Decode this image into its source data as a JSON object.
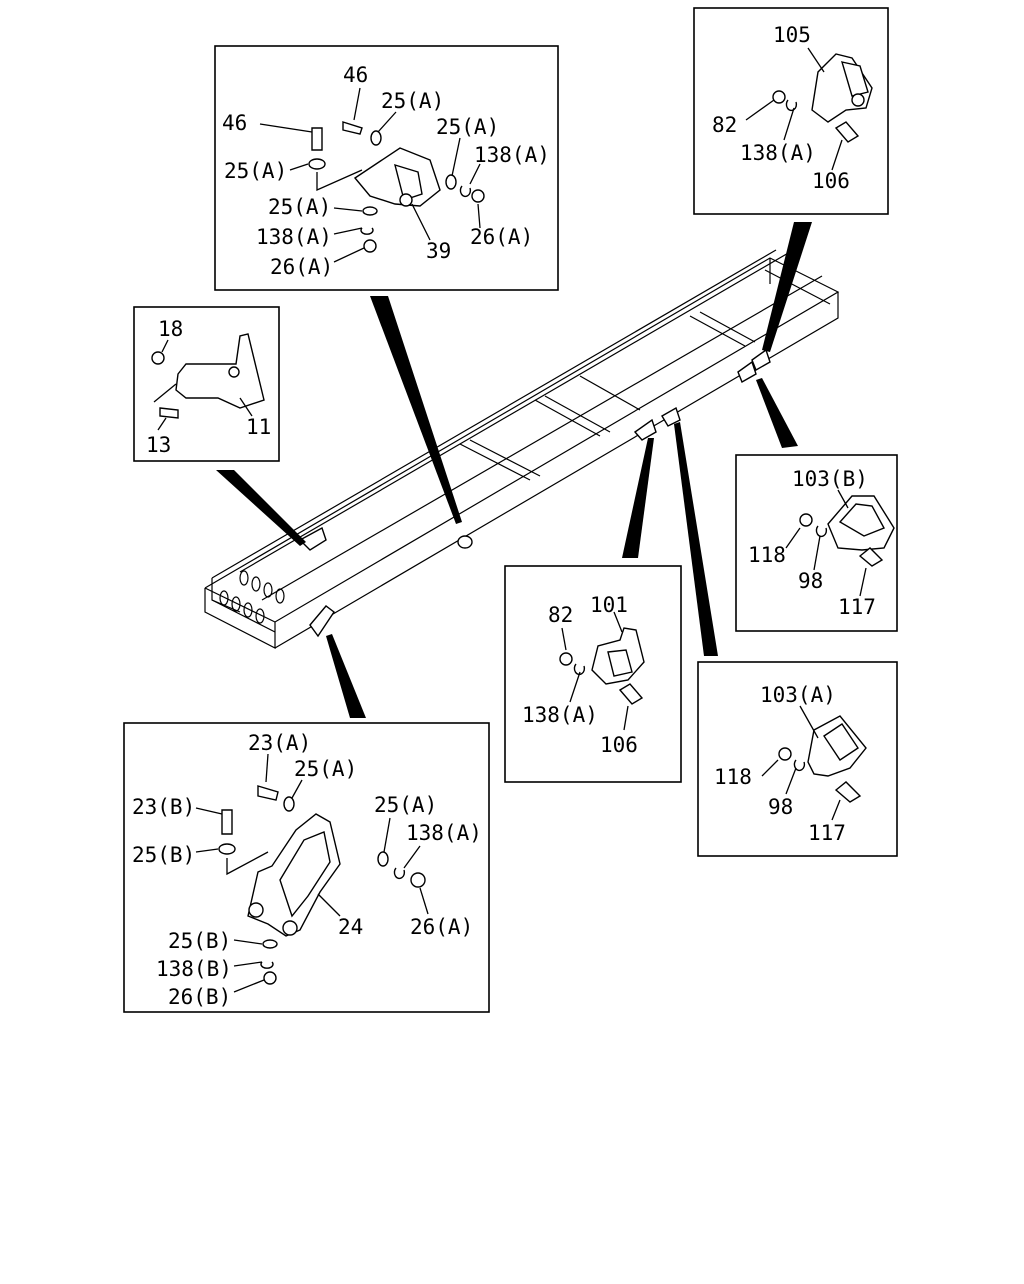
{
  "colors": {
    "ink": "#000000",
    "paper": "#ffffff"
  },
  "callouts": {
    "p39": {
      "l46a": "46",
      "l46b": "46",
      "l25a_1": "25(A)",
      "l25a_2": "25(A)",
      "l25a_3": "25(A)",
      "l25a_4": "25(A)",
      "l138a_1": "138(A)",
      "l138a_2": "138(A)",
      "l26a_1": "26(A)",
      "l26a_2": "26(A)",
      "l39": "39"
    },
    "p105": {
      "l105": "105",
      "l82": "82",
      "l138a": "138(A)",
      "l106": "106"
    },
    "p11": {
      "l18": "18",
      "l13": "13",
      "l11": "11"
    },
    "p103b": {
      "l103b": "103(B)",
      "l118": "118",
      "l98": "98",
      "l117": "117"
    },
    "p101": {
      "l82": "82",
      "l101": "101",
      "l138a": "138(A)",
      "l106": "106"
    },
    "p103a": {
      "l103a": "103(A)",
      "l118": "118",
      "l98": "98",
      "l117": "117"
    },
    "p24": {
      "l23a": "23(A)",
      "l25a_1": "25(A)",
      "l23b": "23(B)",
      "l25a_2": "25(A)",
      "l138a": "138(A)",
      "l25b_1": "25(B)",
      "l24": "24",
      "l26a": "26(A)",
      "l25b_2": "25(B)",
      "l138b": "138(B)",
      "l26b": "26(B)"
    }
  }
}
